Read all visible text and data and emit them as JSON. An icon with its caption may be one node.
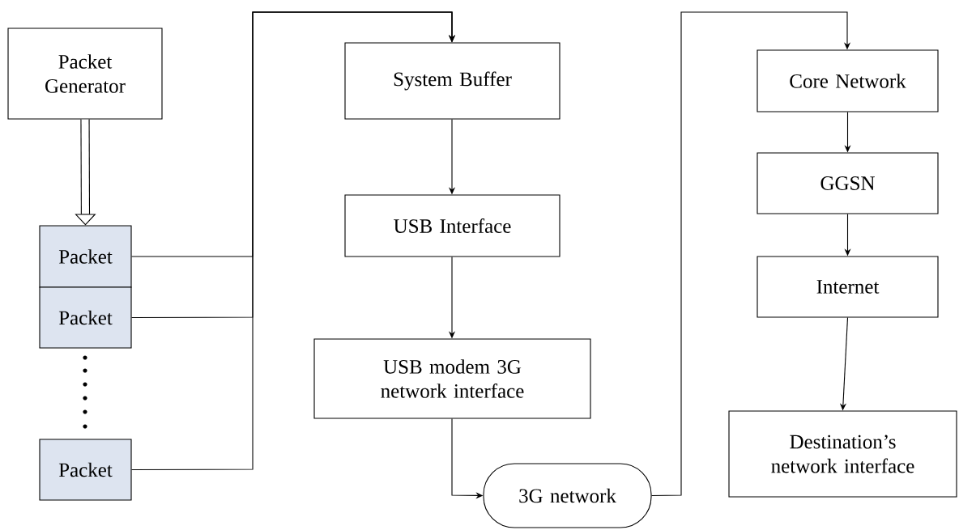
{
  "diagram": {
    "nodes": [
      {
        "text": [
          "Packet Generator"
        ]
      },
      {
        "text": [
          "Packet"
        ]
      },
      {
        "text": [
          "Packet"
        ]
      },
      {
        "text": [
          "Packet"
        ]
      },
      {
        "text": [
          "System Buffer"
        ]
      },
      {
        "text": [
          "USB Interface"
        ]
      },
      {
        "text": [
          "USB modem 3G network interface"
        ]
      },
      {
        "text": [
          "3G network"
        ]
      },
      {
        "text": [
          "Core Network"
        ]
      },
      {
        "text": [
          "GGSN"
        ]
      },
      {
        "text": [
          "Internet"
        ]
      },
      {
        "text": [
          "Destination’s network interface"
        ]
      }
    ],
    "edges": [
      {
        "from": 0,
        "to": 1,
        "arrow": "to",
        "style": "thick"
      },
      {
        "from": 1,
        "to": 4,
        "arrow": "to"
      },
      {
        "from": 2,
        "to": 4,
        "arrow": "to"
      },
      {
        "from": 3,
        "to": 4,
        "arrow": "to"
      },
      {
        "from": 4,
        "to": 5,
        "arrow": "to"
      },
      {
        "from": 5,
        "to": 6,
        "arrow": "to"
      },
      {
        "from": 6,
        "to": 7,
        "arrow": "to"
      },
      {
        "from": 7,
        "to": 8,
        "arrow": "to"
      },
      {
        "from": 8,
        "to": 9,
        "arrow": "to"
      },
      {
        "from": 9,
        "to": 10,
        "arrow": "to"
      },
      {
        "from": 10,
        "to": 11,
        "arrow": "to"
      }
    ]
  }
}
